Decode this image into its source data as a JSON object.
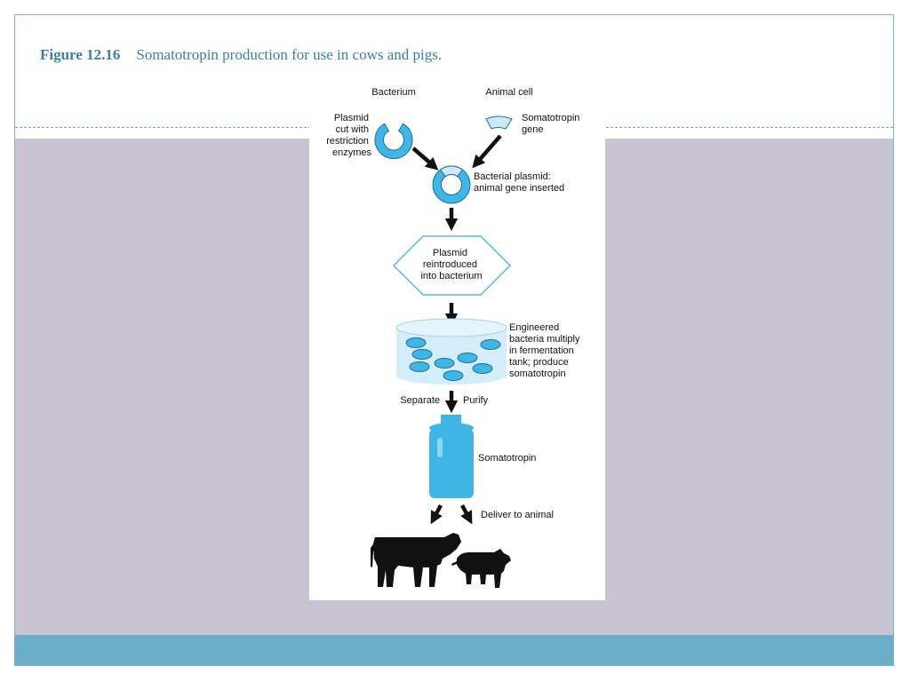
{
  "slide": {
    "figure_number": "Figure 12.16",
    "caption": "Somatotropin production for use in cows and pigs."
  },
  "diagram": {
    "bacterium_label": "Bacterium",
    "animal_cell_label": "Animal cell",
    "plasmid_cut_label": [
      "Plasmid",
      "cut with",
      "restriction",
      "enzymes"
    ],
    "gene_label": [
      "Somatotropin",
      "gene"
    ],
    "inserted_label": [
      "Bacterial plasmid:",
      "animal gene inserted"
    ],
    "reintroduced_label": [
      "Plasmid",
      "reintroduced",
      "into bacterium"
    ],
    "fermentation_label": [
      "Engineered",
      "bacteria multiply",
      "in fermentation",
      "tank; produce",
      "somatotropin"
    ],
    "separate_label": "Separate",
    "purify_label": "Purify",
    "product_label": "Somatotropin",
    "deliver_label": "Deliver to animal"
  },
  "colors": {
    "title": "#3d7ea6",
    "plasmid_blue": "#3fb7e6",
    "light_blue": "#cce9f5",
    "tank_blue": "#d4eef9",
    "hexagon_stroke": "#55bbe0",
    "gray_band": "#c9c4d2",
    "footer_band": "#6aaec9"
  }
}
